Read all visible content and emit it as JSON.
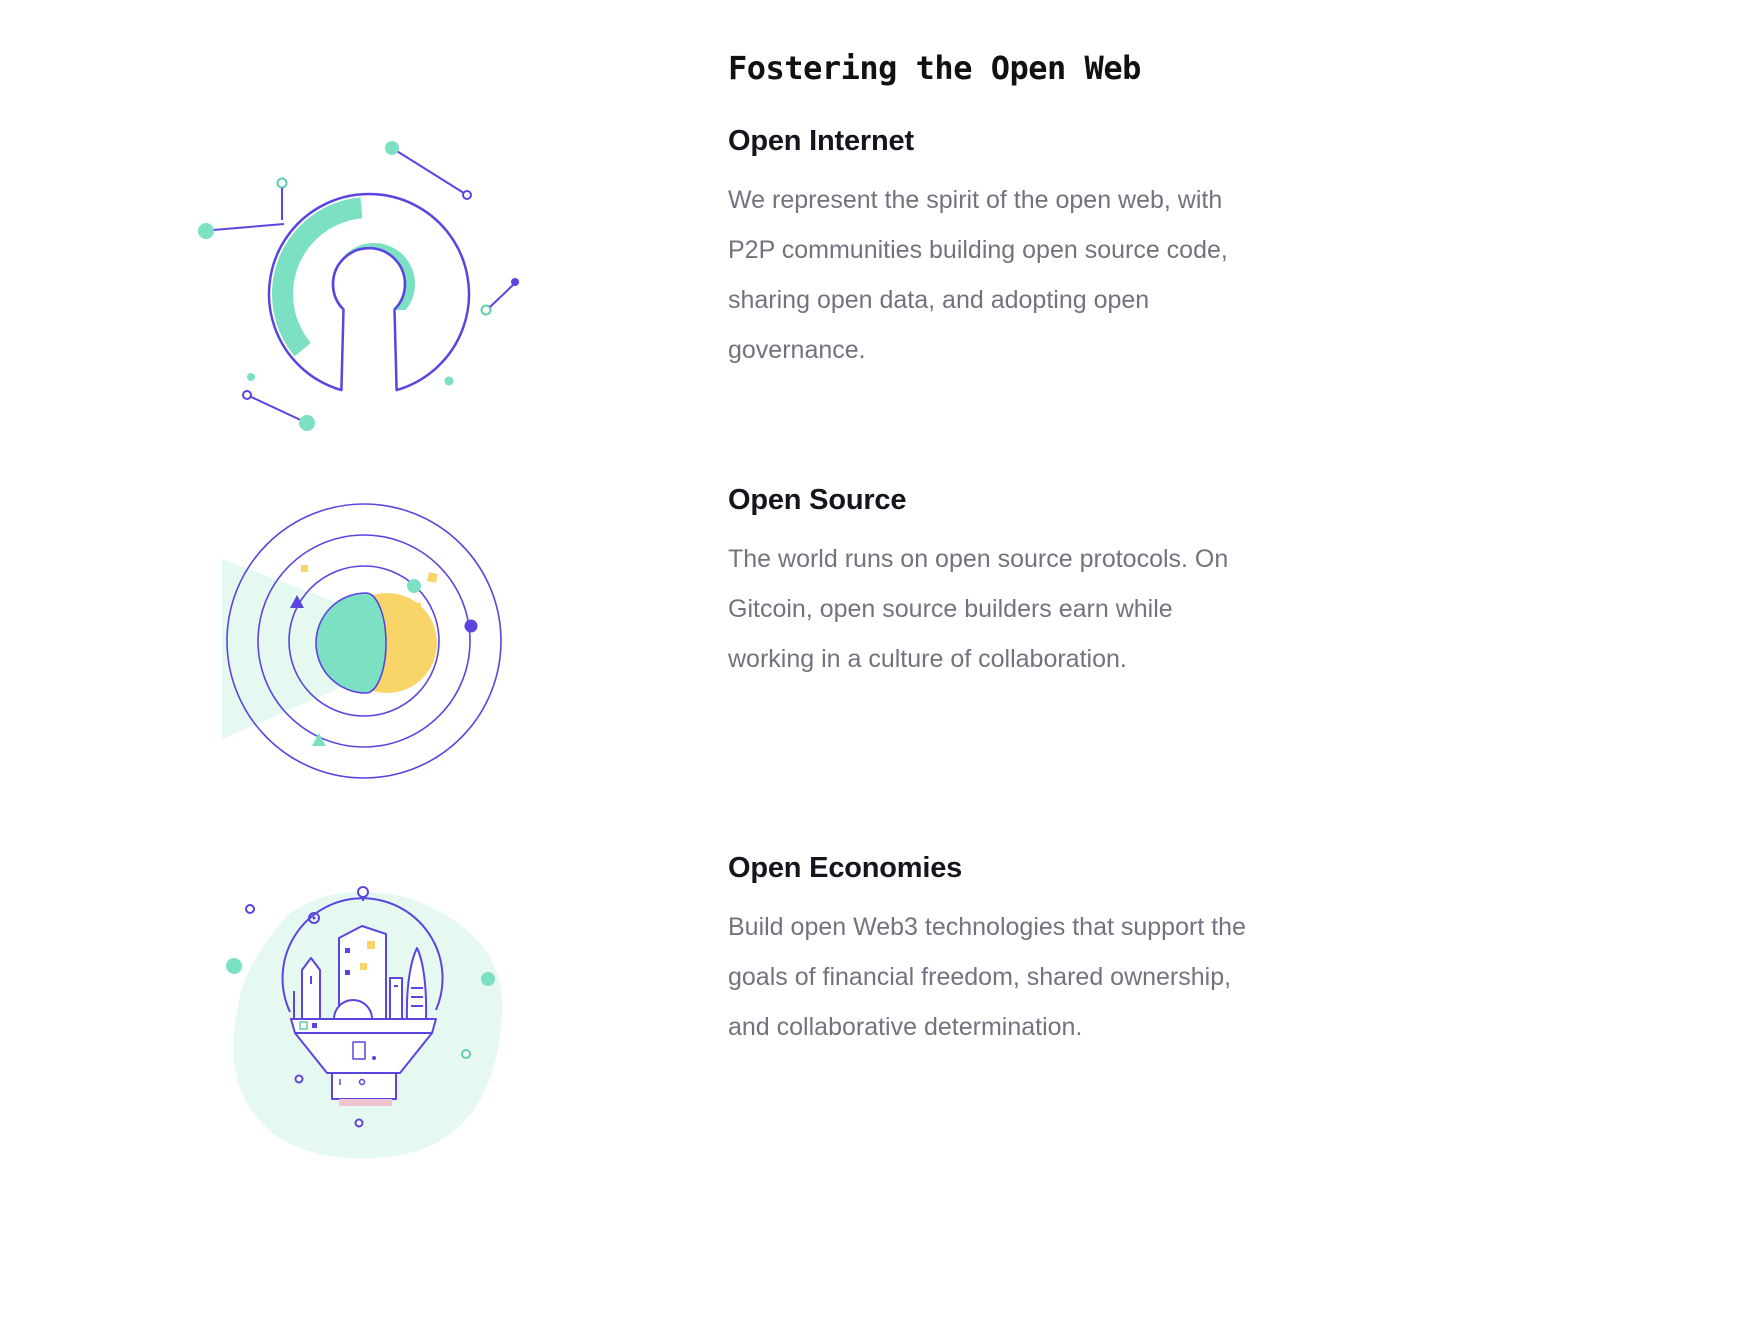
{
  "page": {
    "title": "Fostering the Open Web"
  },
  "sections": [
    {
      "heading": "Open Internet",
      "body": "We represent the spirit of the open web, with P2P communities building open source code, sharing open data, and adopting open governance.",
      "illustration": "open-source-keyhole-logo"
    },
    {
      "heading": "Open Source",
      "body": "The world runs on open source protocols. On Gitcoin, open source builders earn while working in a culture of collaboration.",
      "illustration": "planet-with-orbits"
    },
    {
      "heading": "Open Economies",
      "body": "Build open Web3 technologies that support the goals of financial freedom, shared ownership, and collaborative determination.",
      "illustration": "floating-city-under-dome"
    }
  ],
  "colors": {
    "purple": "#5b45e0",
    "teal": "#7ce0c3",
    "teal-stroke": "#5ecfae",
    "mint": "#e6f9f1",
    "yellow": "#f8d469",
    "pink": "#efc3cf",
    "heading": "#15151d",
    "body-text": "#73737f",
    "title": "#111111"
  }
}
